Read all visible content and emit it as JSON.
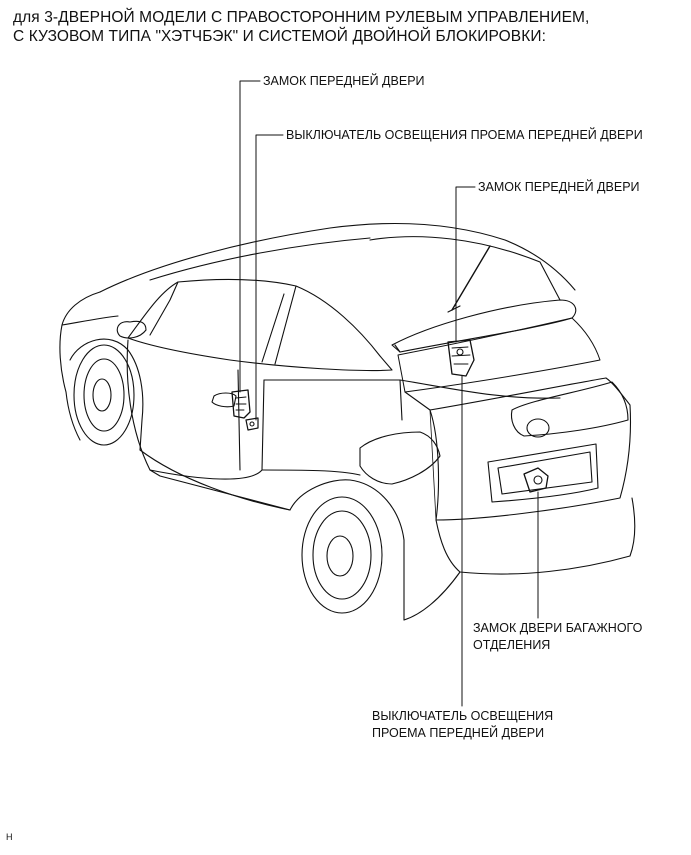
{
  "heading": {
    "line1": "для 3-ДВЕРНОЙ МОДЕЛИ С ПРАВОСТОРОННИМ РУЛЕВЫМ УПРАВЛЕНИЕМ,",
    "line2": "С КУЗОВОМ ТИПА \"ХЭТЧБЭК\" И СИСТЕМОЙ ДВОЙНОЙ БЛОКИРОВКИ:"
  },
  "labels": {
    "front_door_lock_left": "ЗАМОК ПЕРЕДНЕЙ ДВЕРИ",
    "front_door_courtesy_switch_left": "ВЫКЛЮЧАТЕЛЬ ОСВЕЩЕНИЯ ПРОЕМА ПЕРЕДНЕЙ ДВЕРИ",
    "front_door_lock_right": "ЗАМОК ПЕРЕДНЕЙ ДВЕРИ",
    "back_door_lock_line1": "ЗАМОК ДВЕРИ БАГАЖНОГО",
    "back_door_lock_line2": "ОТДЕЛЕНИЯ",
    "front_door_courtesy_switch_right_line1": "ВЫКЛЮЧАТЕЛЬ ОСВЕЩЕНИЯ",
    "front_door_courtesy_switch_right_line2": "ПРОЕМА ПЕРЕДНЕЙ ДВЕРИ"
  },
  "corner_code": "H"
}
